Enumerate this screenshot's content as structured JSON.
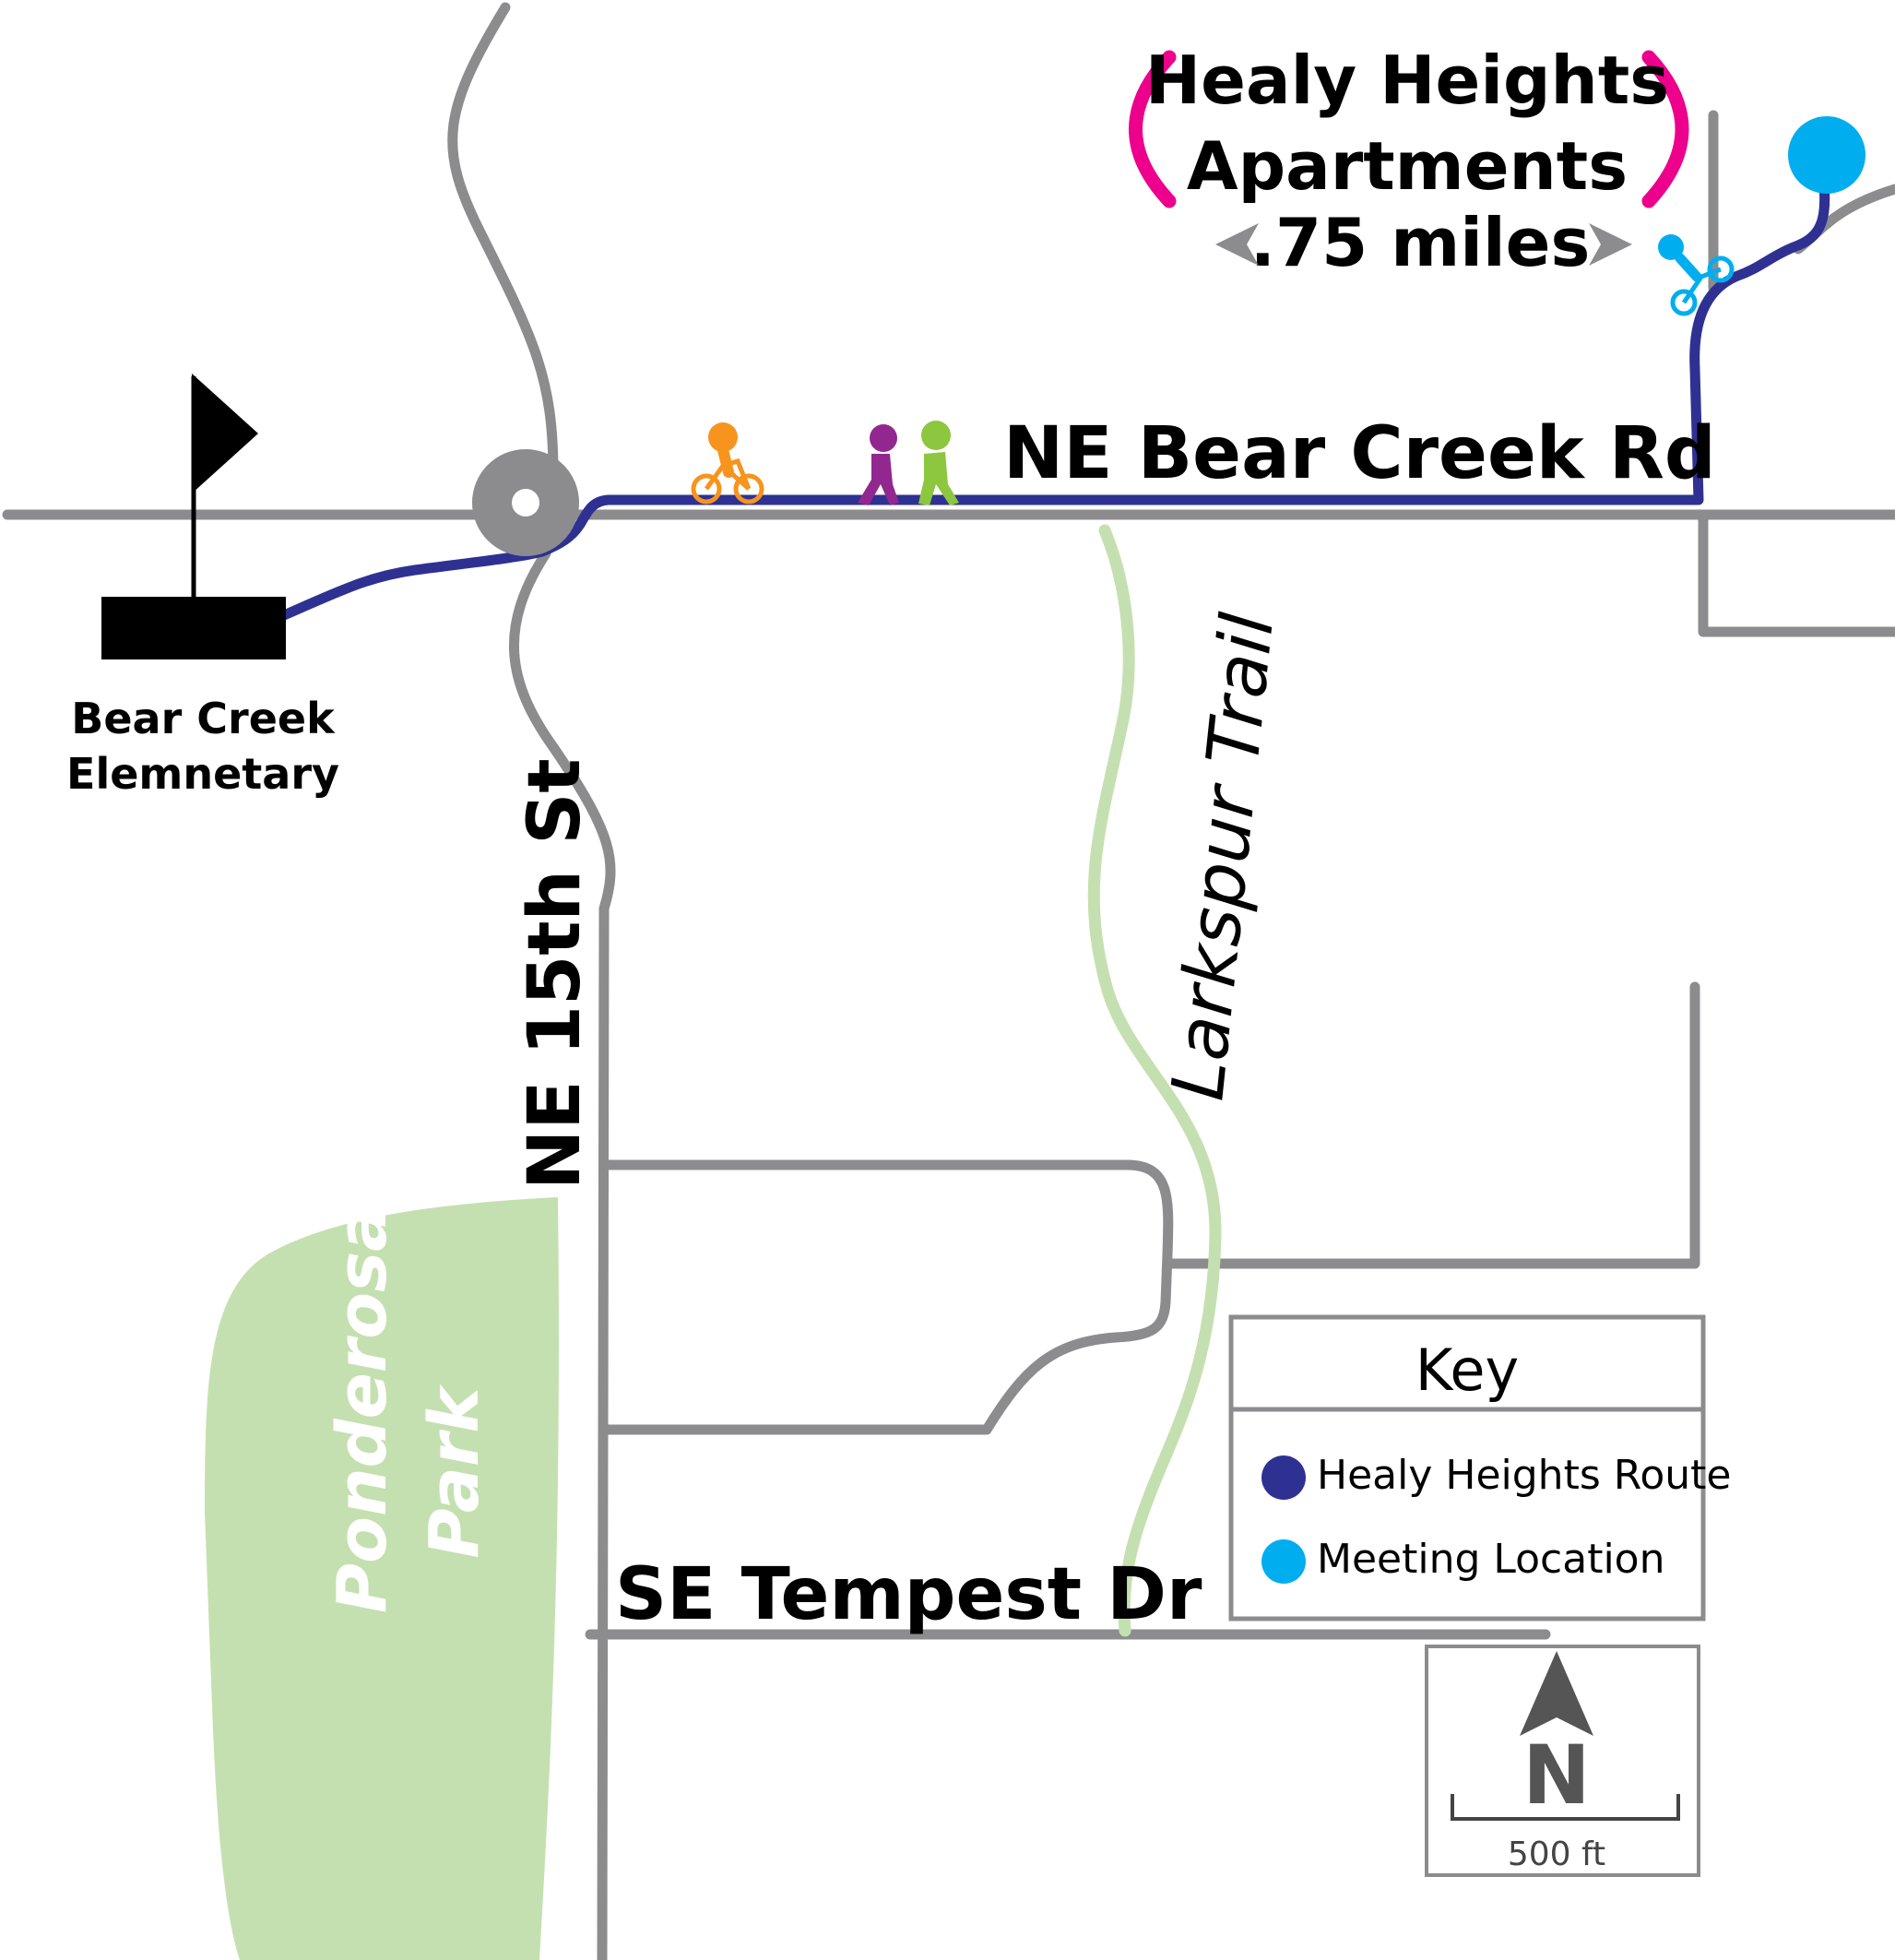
{
  "colors": {
    "road": "#8c8c8e",
    "route": "#2e3192",
    "meeting": "#00aeef",
    "trail": "#c5e0b0",
    "park": "#c5e0b0",
    "paren": "#ec008c",
    "arrow": "#8c8c8e",
    "cyclist_orange": "#f7941d",
    "walker_purple": "#92278f",
    "walker_green": "#8dc63f"
  },
  "roads": {
    "bear_creek": "NE Bear Creek Rd",
    "fifteenth": "NE 15th St",
    "tempest": "SE Tempest Dr"
  },
  "trail": {
    "name": "Larkspur Trail"
  },
  "park": {
    "line1": "Ponderosa",
    "line2": "Park"
  },
  "school": {
    "line1": "Bear Creek",
    "line2": "Elemnetary"
  },
  "destination": {
    "line1": "Healy Heights",
    "line2": "Apartments",
    "distance": ".75 miles"
  },
  "key": {
    "title": "Key",
    "items": [
      {
        "label": "Healy Heights Route",
        "color": "#2e3192"
      },
      {
        "label": "Meeting Location",
        "color": "#00aeef"
      }
    ]
  },
  "compass": {
    "letter": "N",
    "scale": "500 ft"
  },
  "icons": [
    "flag-icon",
    "school-building-icon",
    "roundabout-icon",
    "cyclist-icon",
    "walker-icon",
    "meeting-point-icon",
    "north-arrow-icon"
  ]
}
